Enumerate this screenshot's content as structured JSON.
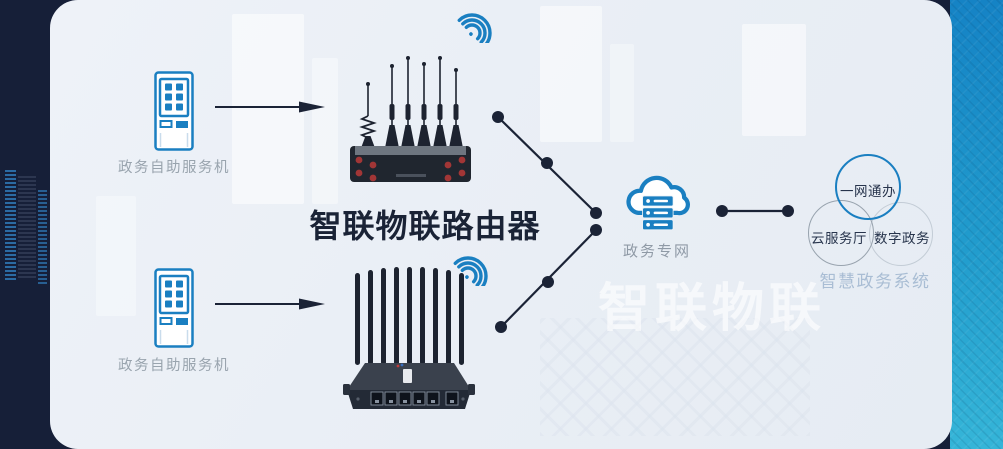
{
  "diagram": {
    "watermark": "智联物联",
    "kiosk_top": {
      "label": "政务自助服务机"
    },
    "kiosk_bottom": {
      "label": "政务自助服务机"
    },
    "router_title": "智联物联路由器",
    "cloud": {
      "label": "政务专网"
    },
    "system": {
      "caption": "智慧政务系统",
      "circle_top": "一网通办",
      "circle_left": "云服务厅",
      "circle_right": "数字政务"
    },
    "colors": {
      "accent_blue": "#1a7fc1",
      "dark_navy": "#161f38",
      "panel_light": "#e9eef5",
      "label_gray": "#99a4ae",
      "caption_blue_gray": "#a9bdd4",
      "connector_dark": "#1b2336",
      "right_band_top": "#1583c5",
      "right_band_bottom": "#35b5d8"
    }
  }
}
